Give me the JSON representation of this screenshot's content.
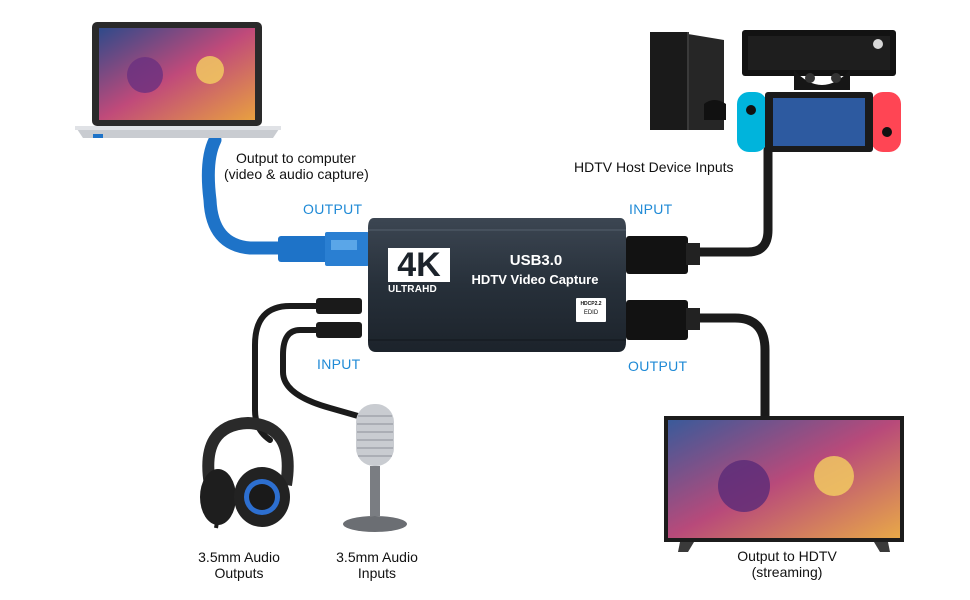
{
  "labels": {
    "output_to_computer": "Output to computer",
    "output_to_computer_sub": "(video & audio capture)",
    "hdtv_host_inputs": "HDTV Host Device Inputs",
    "output_left": "OUTPUT",
    "input_right_top": "INPUT",
    "input_left_bottom": "INPUT",
    "output_right_bottom": "OUTPUT",
    "audio_outputs_line1": "3.5mm Audio",
    "audio_outputs_line2": "Outputs",
    "audio_inputs_line1": "3.5mm Audio",
    "audio_inputs_line2": "Inputs",
    "output_hdtv_line1": "Output to HDTV",
    "output_hdtv_line2": "(streaming)"
  },
  "device": {
    "badge_main": "4K",
    "badge_sub": "ULTRAHD",
    "title_line1": "USB3.0",
    "title_line2": "HDTV Video Capture",
    "chip_line1": "HDCP2.2",
    "chip_line2": "EDID"
  },
  "colors": {
    "label_blue": "#1f8ad6",
    "usb_cable": "#1e73c8",
    "device_body": "#2c3540",
    "cable_black": "#1b1b1b"
  },
  "icons": [
    "laptop-icon",
    "playstation-console-icon",
    "xbox-console-icon",
    "switch-console-icon",
    "headphones-icon",
    "microphone-icon",
    "television-icon"
  ]
}
